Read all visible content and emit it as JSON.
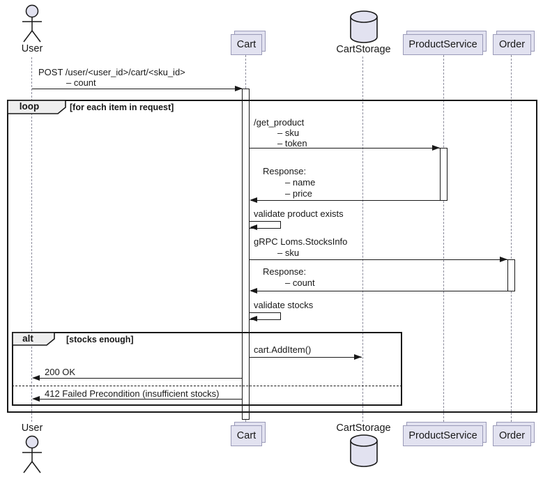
{
  "participants": {
    "user": "User",
    "cart": "Cart",
    "cart_storage": "CartStorage",
    "product_service": "ProductService",
    "order": "Order"
  },
  "frames": {
    "loop": {
      "label": "loop",
      "guard": "[for each item in request]"
    },
    "alt": {
      "label": "alt",
      "guard": "[stocks enough]"
    }
  },
  "messages": {
    "post": {
      "line1": "POST /user/<user_id>/cart/<sku_id>",
      "line2": "– count"
    },
    "get_product": {
      "line1": "/get_product",
      "line2": "– sku",
      "line3": "– token"
    },
    "product_response": {
      "line1": "Response:",
      "line2": "– name",
      "line3": "– price"
    },
    "validate_product": {
      "line1": "validate product exists"
    },
    "grpc_stocks": {
      "line1": "gRPC Loms.StocksInfo",
      "line2": "– sku"
    },
    "stocks_response": {
      "line1": "Response:",
      "line2": "– count"
    },
    "validate_stocks": {
      "line1": "validate stocks"
    },
    "add_item": {
      "line1": "cart.AddItem()"
    },
    "ok": {
      "line1": "200 OK"
    },
    "fail": {
      "line1": "412 Failed Precondition (insufficient stocks)"
    }
  },
  "colors": {
    "participant_fill": "#E2E2F0",
    "participant_border": "#9a9ab8",
    "line": "#181818",
    "lifeline": "#8a8a9a",
    "frame_label_fill": "#EEEEEE"
  }
}
